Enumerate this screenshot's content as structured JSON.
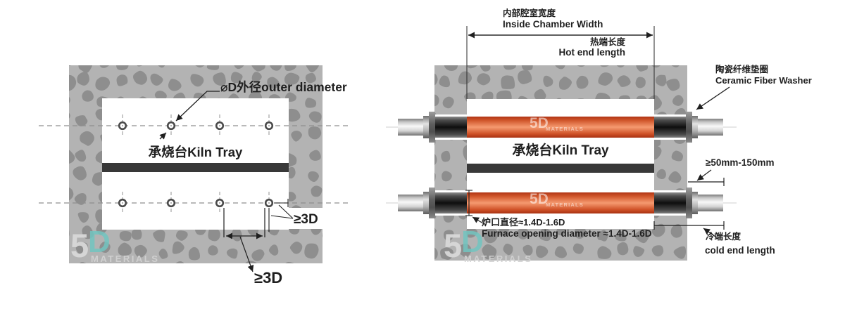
{
  "colors": {
    "wall_background": "#b3b3b3",
    "stone": "#8e8e8e",
    "kiln_tray": "#383838",
    "hot_zone_orange": "#e4673a",
    "annotation": "#1f1f1f",
    "watermark_teal": "#72c5c0"
  },
  "left_diagram": {
    "outer_diameter_label": "⌀D外径outer diameter",
    "kiln_tray_label": "承烧台Kiln Tray",
    "side_spacing_label": "≥3D",
    "bottom_spacing_label": "≥3D"
  },
  "right_diagram": {
    "inside_chamber_width_zh": "内部腔室宽度",
    "inside_chamber_width_en": "Inside Chamber Width",
    "hot_end_length_zh": "热端长度",
    "hot_end_length_en": "Hot end length",
    "ceramic_fiber_washer_zh": "陶瓷纤维垫圈",
    "ceramic_fiber_washer_en": "Ceramic Fiber Washer",
    "kiln_tray_label": "承烧台Kiln Tray",
    "protrusion_range_label": "≥50mm-150mm",
    "furnace_opening_zh": "炉口直径≈1.4D-1.6D",
    "furnace_opening_en": "Furnace opening diameter ≈1.4D-1.6D",
    "cold_end_length_zh": "冷端长度",
    "cold_end_length_en": "cold end length"
  },
  "watermark": {
    "five": "5",
    "d": "D",
    "sub": "MATERIALS",
    "compact": "5D"
  }
}
